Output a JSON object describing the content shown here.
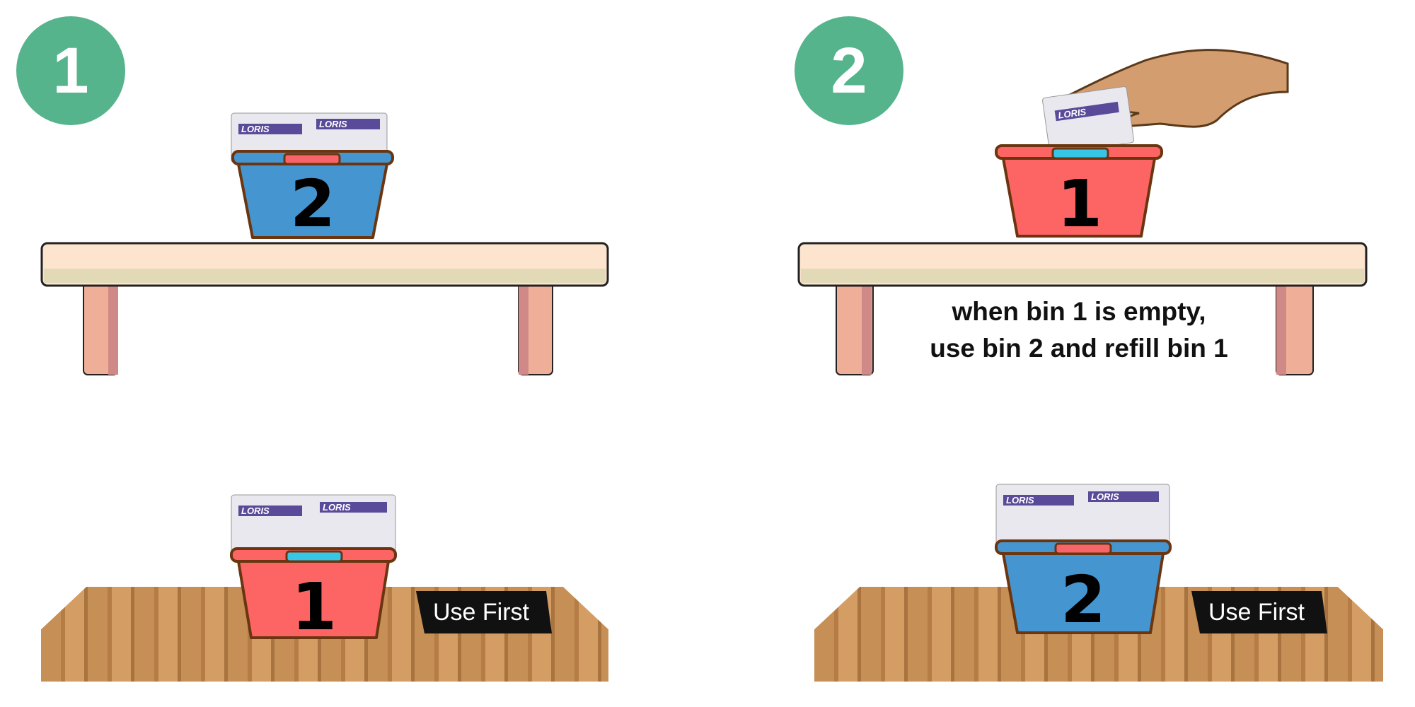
{
  "steps": [
    {
      "number": "1",
      "upper_bin": {
        "number": "2",
        "color": "#4596d0",
        "handle_color": "#f7646a"
      },
      "lower_bin": {
        "number": "1",
        "color": "#fd6565",
        "handle_color": "#38c6e6"
      },
      "lower_tag": "Use First"
    },
    {
      "number": "2",
      "upper_bin": {
        "number": "1",
        "color": "#fd6565",
        "handle_color": "#38c6e6"
      },
      "lower_bin": {
        "number": "2",
        "color": "#4596d0",
        "handle_color": "#f7646a"
      },
      "lower_tag": "Use First",
      "caption": [
        "when bin 1 is empty,",
        "use bin 2 and refill bin 1"
      ]
    }
  ],
  "packet_label": "LORIS",
  "colors": {
    "step_badge": "#55b48c",
    "shelf": "#fde4cf",
    "shelf_leg": "#efae98",
    "wood": "#c58f55"
  }
}
